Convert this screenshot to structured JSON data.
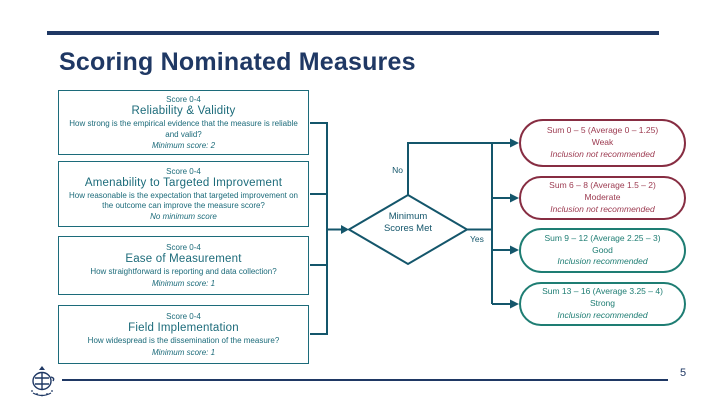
{
  "slide": {
    "title": "Scoring Nominated Measures",
    "page_number": "5"
  },
  "colors": {
    "navy": "#1F3864",
    "teal_box": "#1C6B7A",
    "line_teal": "#14566B",
    "red_border": "#872D42",
    "red_text": "#9C3A50",
    "teal_outcome": "#1E7D73"
  },
  "criteria_boxes": [
    {
      "score_range": "Score 0-4",
      "title": "Reliability & Validity",
      "question": "How strong is the empirical evidence that the measure is reliable and valid?",
      "minimum": "Minimum score: 2"
    },
    {
      "score_range": "Score 0-4",
      "title": "Amenability to Targeted Improvement",
      "question": "How reasonable is the expectation that targeted improvement on the outcome can improve the measure score?",
      "minimum": "No minimum score"
    },
    {
      "score_range": "Score 0-4",
      "title": "Ease of Measurement",
      "question": "How straightforward is reporting and data collection?",
      "minimum": "Minimum score: 1"
    },
    {
      "score_range": "Score 0-4",
      "title": "Field Implementation",
      "question": "How widespread is the dissemination of the measure?",
      "minimum": "Minimum score: 1"
    }
  ],
  "decision": {
    "label": "Minimum Scores Met",
    "no_label": "No",
    "yes_label": "Yes"
  },
  "outcomes": [
    {
      "sum": "Sum 0 – 5 (Average 0 – 1.25)",
      "rating": "Weak",
      "recommendation": "Inclusion not recommended",
      "type": "negative"
    },
    {
      "sum": "Sum 6 – 8 (Average 1.5 – 2)",
      "rating": "Moderate",
      "recommendation": "Inclusion not recommended",
      "type": "negative"
    },
    {
      "sum": "Sum 9 – 12 (Average 2.25 – 3)",
      "rating": "Good",
      "recommendation": "Inclusion recommended",
      "type": "positive"
    },
    {
      "sum": "Sum 13 – 16 (Average 3.25 – 4)",
      "rating": "Strong",
      "recommendation": "Inclusion recommended",
      "type": "positive"
    }
  ]
}
